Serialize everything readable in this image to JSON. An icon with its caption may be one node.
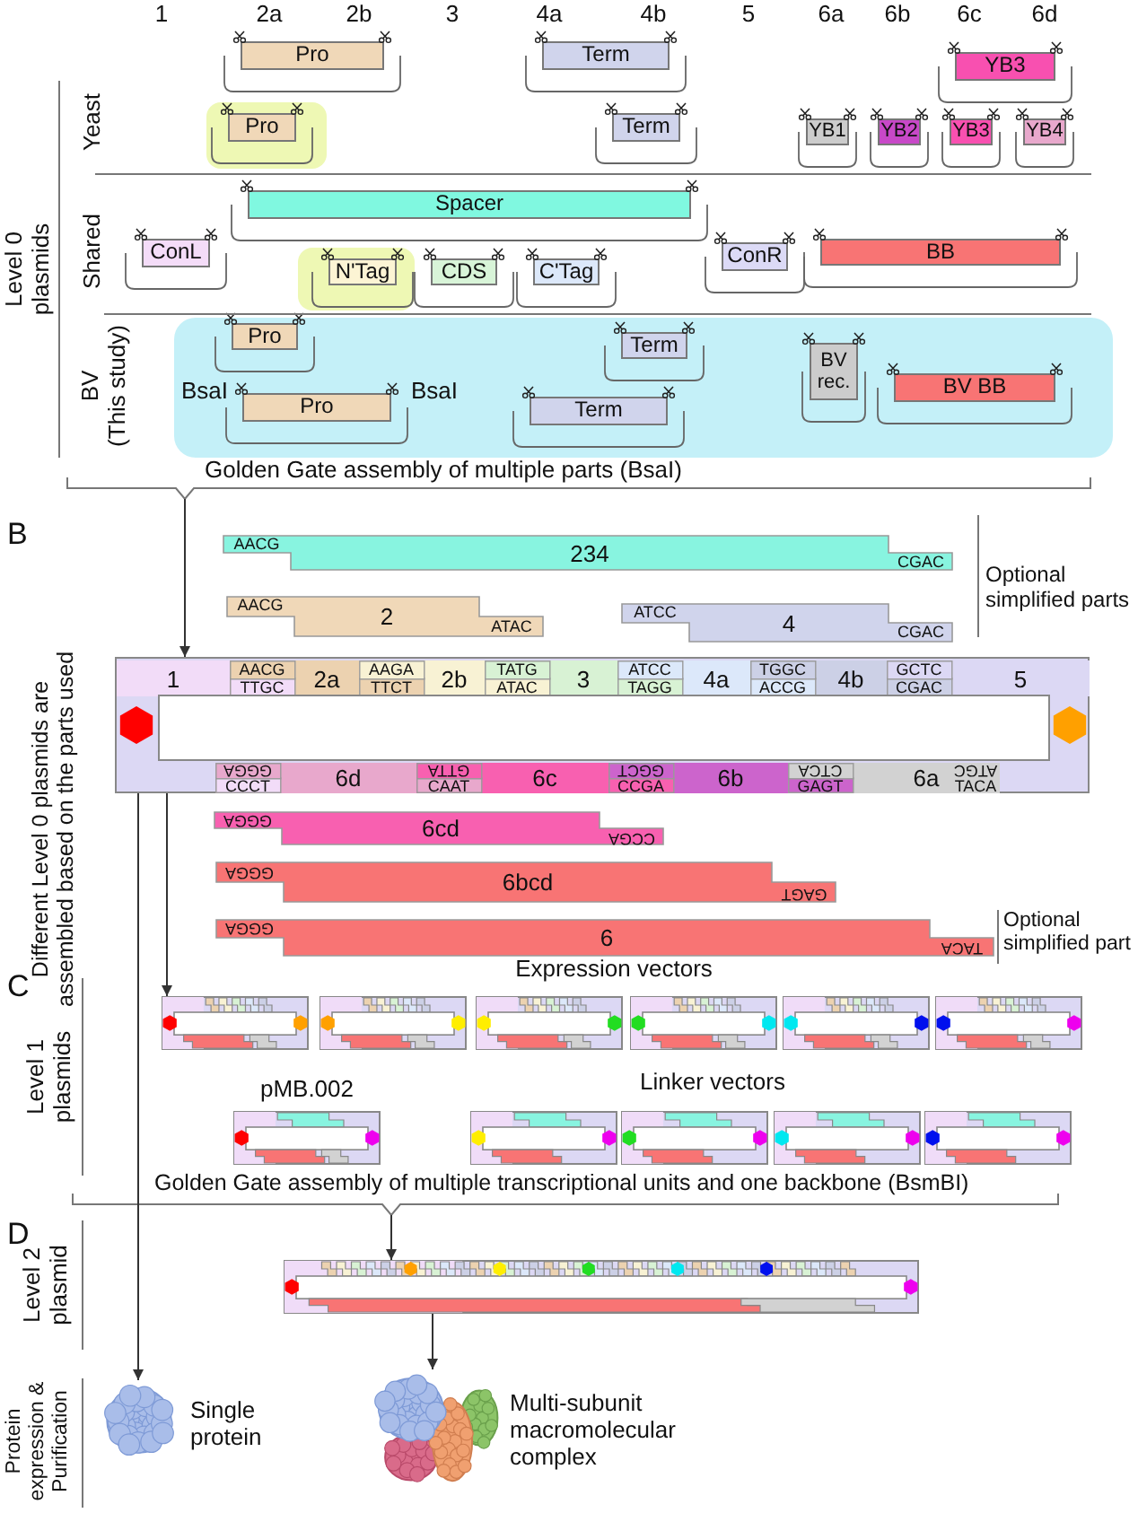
{
  "diagram": {
    "nodes": [
      {
        "text": [
          "Pro"
        ]
      },
      {
        "text": [
          "Term"
        ]
      },
      {
        "text": [
          "YB3"
        ]
      },
      {
        "text": [],
        "shape": "box"
      },
      {
        "text": [
          "Pro"
        ],
        "in": 3
      },
      {
        "text": [
          "Term"
        ]
      },
      {
        "text": [
          "YB1"
        ]
      },
      {
        "text": [
          "YB2"
        ]
      },
      {
        "text": [
          "YB3"
        ]
      },
      {
        "text": [
          "YB4"
        ]
      },
      {
        "text": [
          "Spacer"
        ]
      },
      {
        "text": [
          "ConL"
        ]
      },
      {
        "text": [],
        "shape": "box"
      },
      {
        "text": [
          "N'Tag"
        ],
        "in": 12
      },
      {
        "text": [
          "CDS"
        ]
      },
      {
        "text": [
          "C'Tag"
        ]
      },
      {
        "text": [
          "ConR"
        ]
      },
      {
        "text": [
          "BB"
        ]
      },
      {
        "text": [],
        "shape": "box"
      },
      {
        "text": [
          "Pro"
        ],
        "in": 18
      },
      {
        "text": [
          "Pro"
        ],
        "in": 18,
        "beside": [
          "BsaI",
          "BsaI"
        ]
      },
      {
        "text": [
          "Term"
        ],
        "in": 18
      },
      {
        "text": [
          "Term"
        ],
        "in": 18
      },
      {
        "text": [
          "BV rec."
        ],
        "in": 18
      },
      {
        "text": [
          "BV BB"
        ],
        "in": 18
      },
      {
        "text": [
          "AACG",
          "234",
          "CGAC"
        ]
      },
      {
        "text": [
          "AACG",
          "2",
          "ATAC"
        ]
      },
      {
        "text": [
          "ATCC",
          "4",
          "CGAC"
        ]
      },
      {
        "text": [],
        "shape": "box"
      },
      {
        "text": [
          "1"
        ],
        "in": 28
      },
      {
        "text": [
          "AACG",
          "TTGC",
          "2a"
        ],
        "in": 28
      },
      {
        "text": [
          "AAGA",
          "TTCT",
          "2b"
        ],
        "in": 28
      },
      {
        "text": [
          "TATG",
          "ATAC",
          "3"
        ],
        "in": 28
      },
      {
        "text": [
          "ATCC",
          "TAGG",
          "4a"
        ],
        "in": 28
      },
      {
        "text": [
          "TGGC",
          "ACCG",
          "4b"
        ],
        "in": 28
      },
      {
        "text": [
          "GCTC",
          "CGAC",
          "5"
        ],
        "in": 28
      },
      {
        "text": [
          "GGGA",
          "CCCT",
          "6d"
        ],
        "in": 28
      },
      {
        "text": [
          "GTTA",
          "CAAT",
          "6c"
        ],
        "in": 28
      },
      {
        "text": [
          "GGCT",
          "CCGA",
          "6b"
        ],
        "in": 28
      },
      {
        "text": [
          "CTCA",
          "GAGT",
          "6a",
          "ATGC",
          "TACA"
        ],
        "in": 28
      },
      {
        "text": [
          "GGGA",
          "6cd",
          "CCGA"
        ]
      },
      {
        "text": [
          "GGGA",
          "6bcd",
          "GAGT"
        ]
      },
      {
        "text": [
          "GGGA",
          "6",
          "TACA"
        ]
      },
      {
        "text": [],
        "shape": "box"
      },
      {
        "text": [],
        "shape": "box"
      },
      {
        "text": [],
        "shape": "box"
      },
      {
        "text": [],
        "shape": "box"
      },
      {
        "text": [],
        "shape": "box"
      },
      {
        "text": [],
        "shape": "box"
      },
      {
        "text": [],
        "shape": "box",
        "beside": [
          "pMB.002"
        ]
      },
      {
        "text": [],
        "shape": "box"
      },
      {
        "text": [],
        "shape": "box"
      },
      {
        "text": [],
        "shape": "box"
      },
      {
        "text": [],
        "shape": "box"
      },
      {
        "text": [],
        "shape": "box"
      },
      {
        "text": [],
        "shape": "picture",
        "beside": [
          "Single protein"
        ]
      },
      {
        "text": [],
        "shape": "picture",
        "beside": [
          "Multi-subunit macromolecular complex"
        ]
      },
      {
        "text": [],
        "shape": "bracket"
      },
      {
        "text": [],
        "shape": "bracket"
      }
    ],
    "edges": [
      {
        "from": 57,
        "to": 28,
        "arrow": "to"
      },
      {
        "from": 28,
        "to": 43,
        "arrow": "to"
      },
      {
        "from": 28,
        "to": 55,
        "arrow": "to"
      },
      {
        "from": 58,
        "to": 54,
        "arrow": "to"
      },
      {
        "from": 54,
        "to": 56,
        "arrow": "to"
      }
    ],
    "labels": [
      "1",
      "2a",
      "2b",
      "3",
      "4a",
      "4b",
      "5",
      "6a",
      "6b",
      "6c",
      "6d",
      "Level 0 plasmids",
      "Yeast",
      "Shared",
      "BV",
      "(This study)",
      "Golden Gate assembly of multiple parts (BsaI)",
      "B",
      "Different Level 0 plasmids are assembled based on the parts used",
      "Optional simplified parts",
      "Optional simplified part",
      "C",
      "Level 1 plasmids",
      "Expression vectors",
      "Linker vectors",
      "Golden Gate assembly of multiple transcriptional units and one backbone (BsmBI)",
      "D",
      "Level 2 plasmid",
      "Protein expression & Purification"
    ]
  }
}
